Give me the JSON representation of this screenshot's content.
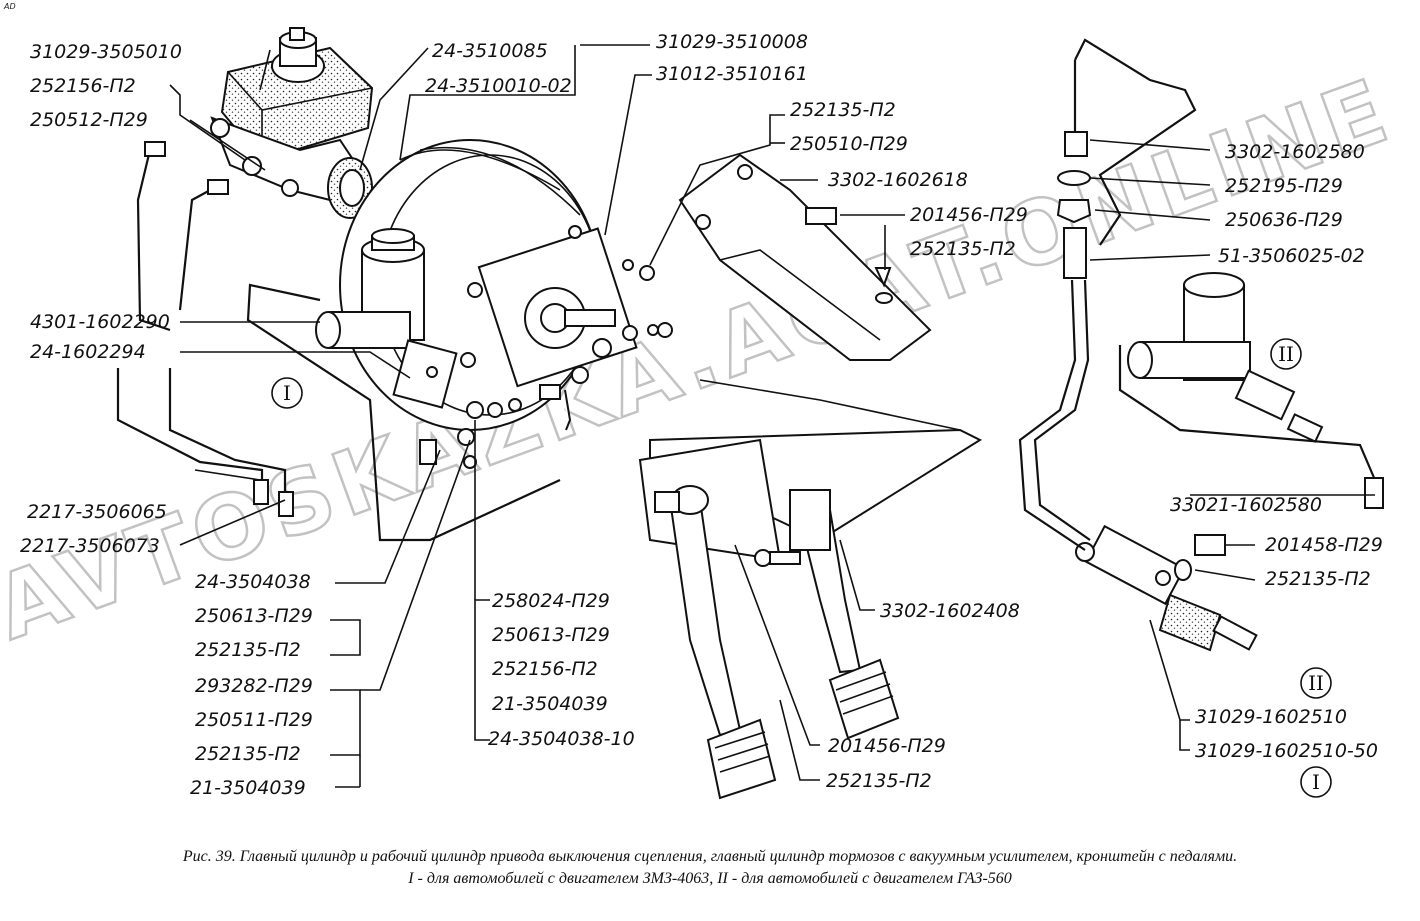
{
  "corner_mark": "AD",
  "watermark": "AVTOSKAZKA.ACAT.ONLINE",
  "caption": {
    "line1": "Рис. 39. Главный цилиндр и рабочий цилиндр привода выключения сцепления, главный цилиндр тормозов с вакуумным усилителем, кронштейн с педалями.",
    "line2": "I - для автомобилей с двигателем ЗМЗ-4063, II - для автомобилей с двигателем ГАЗ-560"
  },
  "variant_markers": {
    "left_i": "I",
    "right_ii": "II",
    "bottom_ii": "II",
    "bottom_i": "I"
  },
  "part_labels": {
    "p31029_3505010": "31029-3505010",
    "p252156_p2_top": "252156-П2",
    "p250512_p29": "250512-П29",
    "p24_3510085": "24-3510085",
    "p24_3510010_02": "24-3510010-02",
    "p31029_3510008": "31029-3510008",
    "p31012_3510161": "31012-3510161",
    "p252135_p2_top": "252135-П2",
    "p250510_p29": "250510-П29",
    "p3302_1602618": "3302-1602618",
    "p201456_p29_top": "201456-П29",
    "p252135_p2_mid": "252135-П2",
    "p3302_1602580": "3302-1602580",
    "p252195_p29": "252195-П29",
    "p250636_p29": "250636-П29",
    "p51_3506025_02": "51-3506025-02",
    "p4301_1602290": "4301-1602290",
    "p24_1602294": "24-1602294",
    "p2217_3506065": "2217-3506065",
    "p2217_3506073": "2217-3506073",
    "p24_3504038": "24-3504038",
    "p250613_p29_left": "250613-П29",
    "p252135_p2_left1": "252135-П2",
    "p293282_p29": "293282-П29",
    "p250511_p29": "250511-П29",
    "p252135_p2_left2": "252135-П2",
    "p21_3504039_left": "21-3504039",
    "p258024_p29": "258024-П29",
    "p250613_p29_mid": "250613-П29",
    "p252156_p2_mid": "252156-П2",
    "p21_3504039_mid": "21-3504039",
    "p24_3504038_10": "24-3504038-10",
    "p33021_1602580": "33021-1602580",
    "p201458_p29": "201458-П29",
    "p252135_p2_right": "252135-П2",
    "p3302_1602408": "3302-1602408",
    "p201456_p29_bottom": "201456-П29",
    "p252135_p2_bottom": "252135-П2",
    "p31029_1602510": "31029-1602510",
    "p31029_1602510_50": "31029-1602510-50"
  }
}
